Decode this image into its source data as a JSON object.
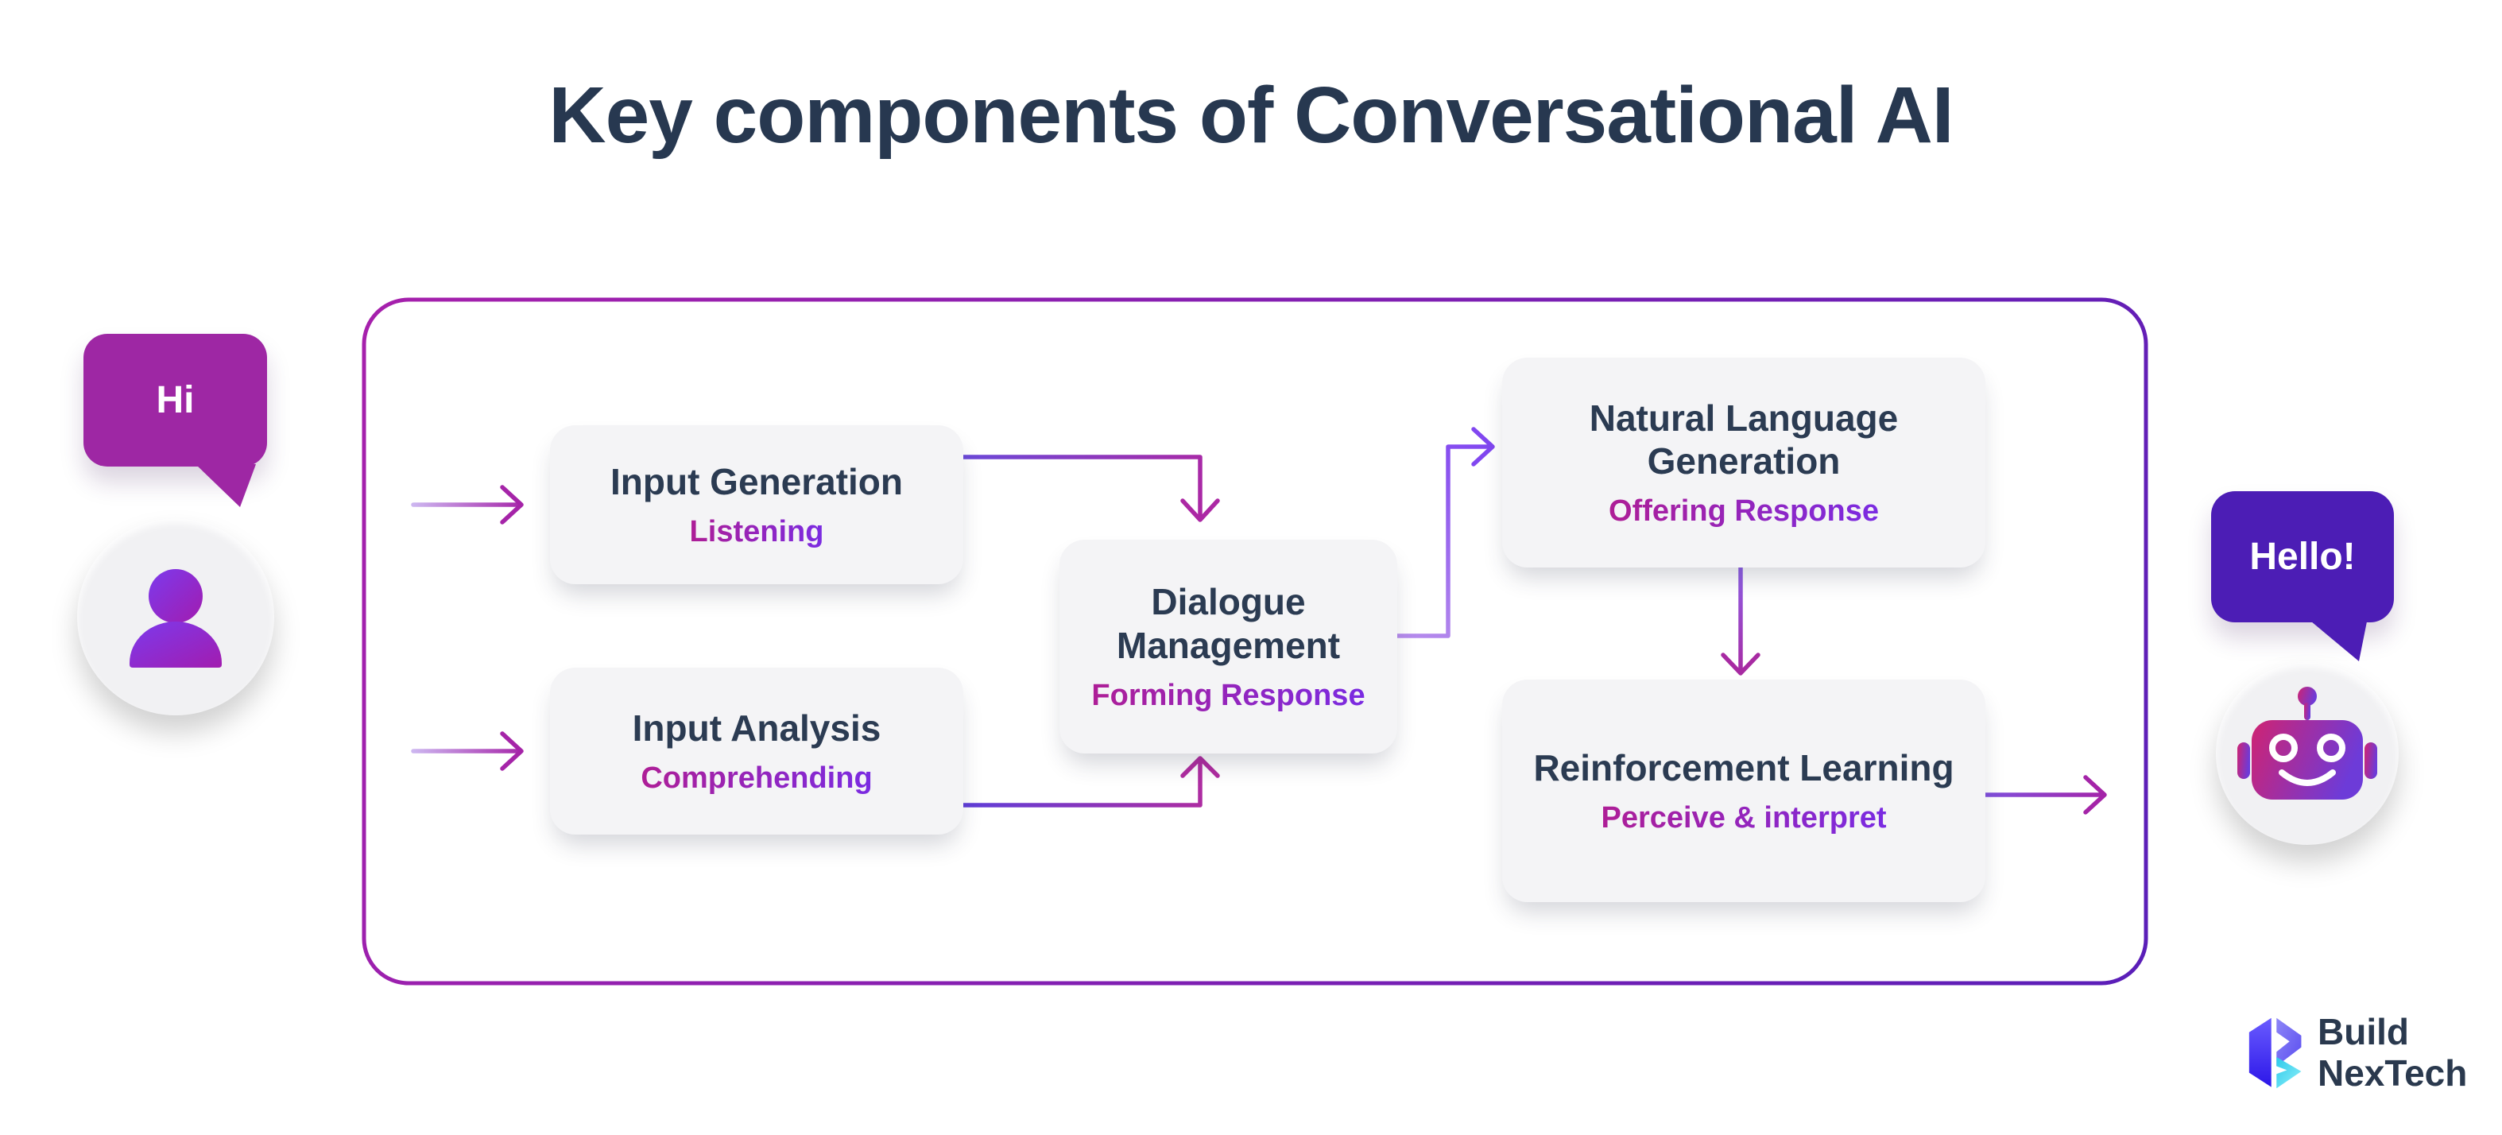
{
  "title": "Key components of Conversational AI",
  "user": {
    "bubble_text": "Hi"
  },
  "bot": {
    "bubble_text": "Hello!"
  },
  "flow": {
    "boxes": [
      {
        "title": "Input Generation",
        "subtitle": "Listening"
      },
      {
        "title": "Input Analysis",
        "subtitle": "Comprehending"
      },
      {
        "title": "Dialogue Management",
        "subtitle": "Forming Response"
      },
      {
        "title": "Natural Language Generation",
        "subtitle": "Offering Response"
      },
      {
        "title": "Reinforcement Learning",
        "subtitle": "Perceive & interpret"
      }
    ]
  },
  "logo": {
    "line1": "Build",
    "line2": "NexTech"
  },
  "colors": {
    "title_text": "#273850",
    "box_background": "#f4f4f6",
    "box_title_text": "#2b3b52",
    "subtitle_gradient_start": "#ae1e96",
    "subtitle_gradient_end": "#7a2be2",
    "user_bubble": "#9e27a4",
    "bot_bubble": "#4c1db5",
    "container_border_start": "#a620ac",
    "container_border_end": "#5a1eb8",
    "arrow_magenta": "#a524a8",
    "arrow_purple": "#8147f0",
    "logo_blue": "#4534f0",
    "logo_cyan": "#3edbf0",
    "logo_text": "#2a394e"
  }
}
